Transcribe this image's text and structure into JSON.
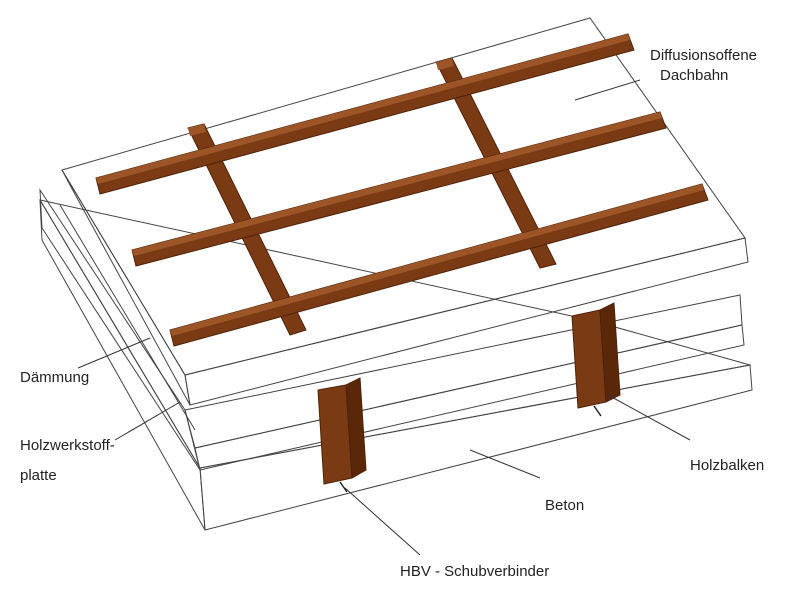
{
  "labels": {
    "roof_membrane_line1": "Diffusionsoffene",
    "roof_membrane_line2": "Dachbahn",
    "insulation": "Dämmung",
    "wood_panel_line1": "Holzwerkstoff-",
    "wood_panel_line2": "platte",
    "timber_beam": "Holzbalken",
    "concrete": "Beton",
    "shear_connector": "HBV - Schubverbinder"
  },
  "colors": {
    "timber": "#7a3b14",
    "timber_dark": "#4f2208",
    "timber_light": "#9b5527",
    "board": "#d9a070",
    "board_dark": "#b97c4a",
    "membrane": "#ececec",
    "concrete": "#cfcfcf",
    "concrete_side": "#e4e4e4",
    "insulation": "#f4f4f4"
  }
}
